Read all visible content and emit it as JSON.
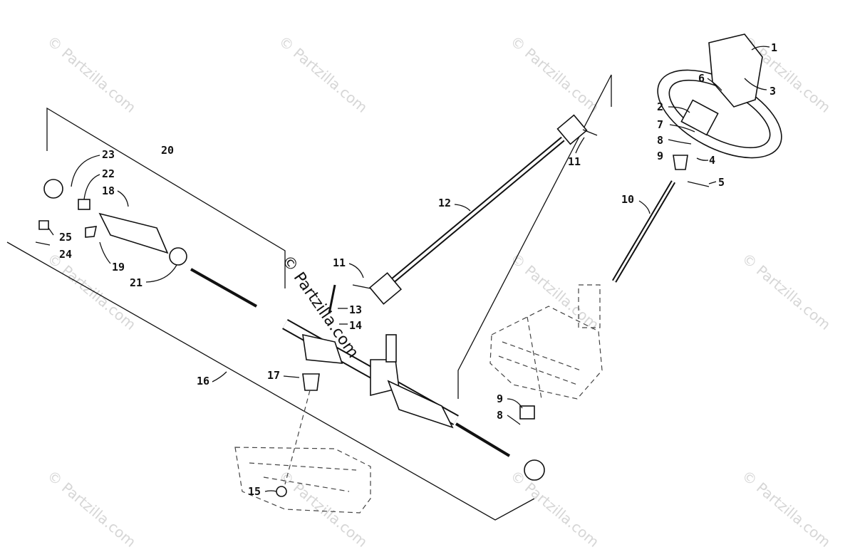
{
  "diagram": {
    "watermark_text": "© Partzilla.com",
    "center_watermark_text": "© Partzilla.com",
    "callouts": [
      {
        "id": "1",
        "label": "1"
      },
      {
        "id": "2",
        "label": "2"
      },
      {
        "id": "3",
        "label": "3"
      },
      {
        "id": "4",
        "label": "4"
      },
      {
        "id": "5",
        "label": "5"
      },
      {
        "id": "6",
        "label": "6"
      },
      {
        "id": "7",
        "label": "7"
      },
      {
        "id": "8a",
        "label": "8"
      },
      {
        "id": "9a",
        "label": "9"
      },
      {
        "id": "10",
        "label": "10"
      },
      {
        "id": "11a",
        "label": "11"
      },
      {
        "id": "12",
        "label": "12"
      },
      {
        "id": "11b",
        "label": "11"
      },
      {
        "id": "13",
        "label": "13"
      },
      {
        "id": "14",
        "label": "14"
      },
      {
        "id": "15",
        "label": "15"
      },
      {
        "id": "16",
        "label": "16"
      },
      {
        "id": "17",
        "label": "17"
      },
      {
        "id": "18",
        "label": "18"
      },
      {
        "id": "19",
        "label": "19"
      },
      {
        "id": "20",
        "label": "20"
      },
      {
        "id": "21",
        "label": "21"
      },
      {
        "id": "22",
        "label": "22"
      },
      {
        "id": "23",
        "label": "23"
      },
      {
        "id": "24",
        "label": "24"
      },
      {
        "id": "25",
        "label": "25"
      },
      {
        "id": "9b",
        "label": "9"
      },
      {
        "id": "8b",
        "label": "8"
      }
    ]
  }
}
